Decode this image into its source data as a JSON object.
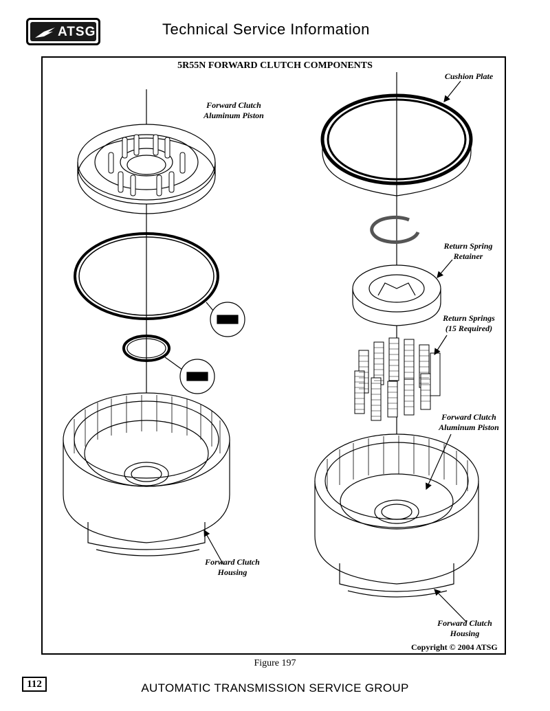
{
  "header": {
    "logo_text": "ATSG",
    "title": "Technical Service Information"
  },
  "figure": {
    "title": "5R55N FORWARD CLUTCH COMPONENTS",
    "labels": {
      "cushion_plate": "Cushion Plate",
      "left_piston_1": "Forward Clutch",
      "left_piston_2": "Aluminum Piston",
      "return_spring_retainer_1": "Return Spring",
      "return_spring_retainer_2": "Retainer",
      "return_springs_1": "Return Springs",
      "return_springs_2": "(15 Required)",
      "right_piston_1": "Forward Clutch",
      "right_piston_2": "Aluminum Piston",
      "left_housing_1": "Forward Clutch",
      "left_housing_2": "Housing",
      "right_housing_1": "Forward Clutch",
      "right_housing_2": "Housing"
    },
    "copyright": "Copyright © 2004 ATSG",
    "caption": "Figure 197"
  },
  "footer": {
    "page_number": "112",
    "organization": "AUTOMATIC TRANSMISSION SERVICE GROUP"
  }
}
